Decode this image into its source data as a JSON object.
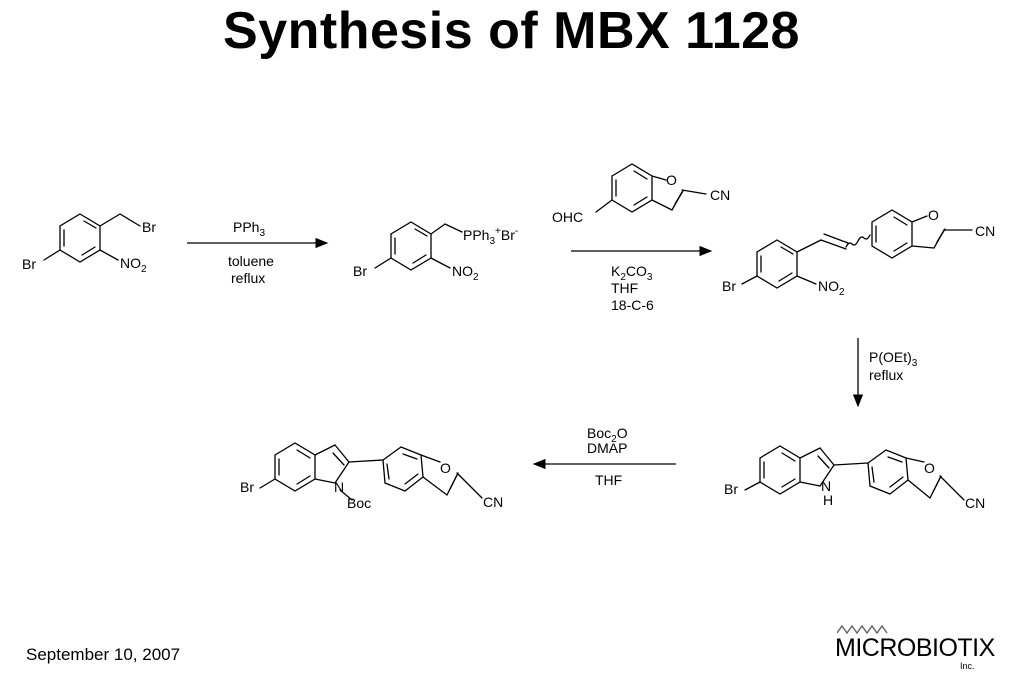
{
  "title": "Synthesis of MBX 1128",
  "footer": {
    "date": "September 10, 2007"
  },
  "logo": {
    "name": "MICROBIOTIX",
    "suffix": "Inc."
  },
  "scheme": {
    "step1": {
      "reagent": "PPh3",
      "solvent": "toluene",
      "condition": "reflux"
    },
    "step2": {
      "aldehyde_group": "OHC",
      "base": "K2CO3",
      "solvent": "THF",
      "additive": "18-C-6"
    },
    "step3": {
      "reagent": "P(OEt)3",
      "condition": "reflux"
    },
    "step4": {
      "reagent": "Boc2O",
      "catalyst": "DMAP",
      "solvent": "THF"
    },
    "labels": {
      "br": "Br",
      "no2": "NO2",
      "cn": "CN",
      "nh": "H",
      "n": "N",
      "o": "O",
      "boc": "Boc",
      "phosphonium": "PPh3+Br-"
    }
  }
}
